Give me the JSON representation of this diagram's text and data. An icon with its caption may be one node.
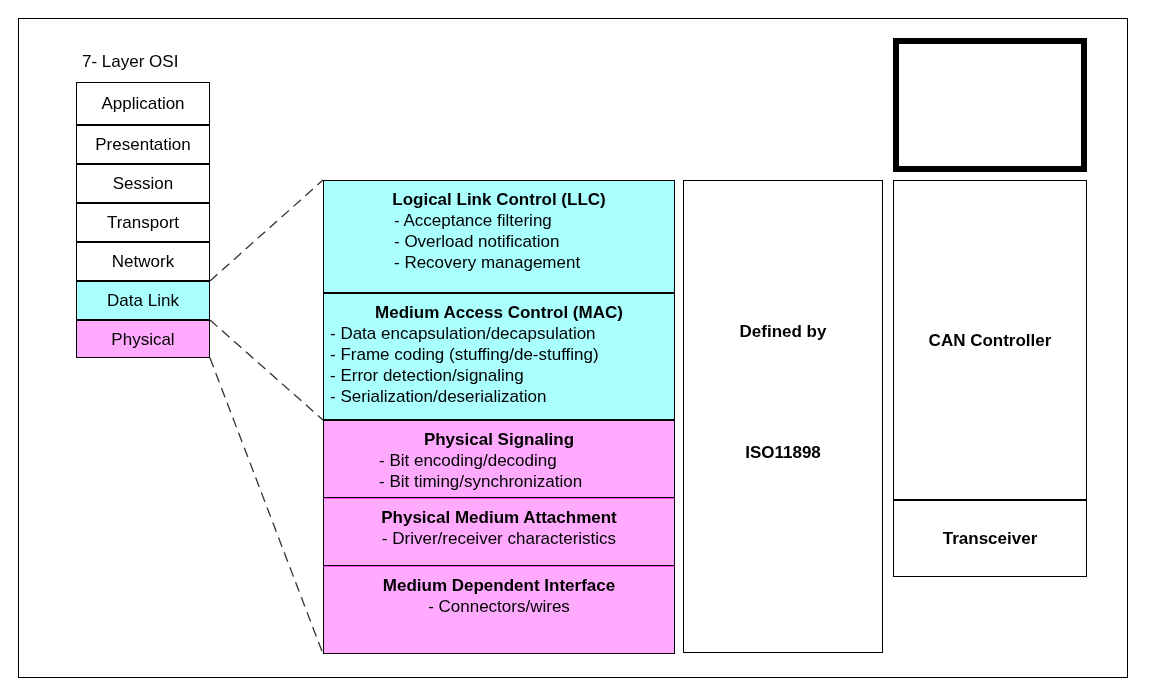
{
  "diagram": {
    "nodes": [
      {
        "text": [
          "Application"
        ]
      },
      {
        "text": [
          "Presentation"
        ]
      },
      {
        "text": [
          "Session"
        ]
      },
      {
        "text": [
          "Transport"
        ]
      },
      {
        "text": [
          "Network"
        ]
      },
      {
        "text": [
          "Data Link"
        ]
      },
      {
        "text": [
          "Physical"
        ]
      },
      {
        "text": [
          "Logical Link Control (LLC)",
          "- Acceptance filtering",
          "- Overload notification",
          "- Recovery management"
        ]
      },
      {
        "text": [
          "Medium Access Control (MAC)",
          "- Data encapsulation/decapsulation",
          "- Frame coding (stuffing/de-stuffing)",
          "- Error detection/signaling",
          "- Serialization/deserialization"
        ]
      },
      {
        "text": [
          "Physical Signaling",
          "- Bit encoding/decoding",
          "- Bit timing/synchronization"
        ]
      },
      {
        "text": [
          "Physical Medium Attachment",
          "- Driver/receiver characteristics"
        ]
      },
      {
        "text": [
          "Medium Dependent Interface",
          "- Connectors/wires"
        ]
      },
      {
        "text": [
          "Defined by",
          "ISO11898"
        ]
      },
      {
        "text": [],
        "shape": "box"
      },
      {
        "text": [
          "CAN Controller"
        ]
      },
      {
        "text": [
          "Transceiver"
        ]
      }
    ],
    "edges": [
      {
        "from": 5,
        "to": 7,
        "arrow": "none",
        "style": "dashed"
      },
      {
        "from": 5,
        "to": 8,
        "arrow": "none",
        "style": "dashed"
      },
      {
        "from": 6,
        "to": 9,
        "arrow": "none",
        "style": "dashed"
      },
      {
        "from": 6,
        "to": 11,
        "arrow": "none",
        "style": "dashed"
      }
    ],
    "labels": [
      "7- Layer OSI"
    ]
  }
}
